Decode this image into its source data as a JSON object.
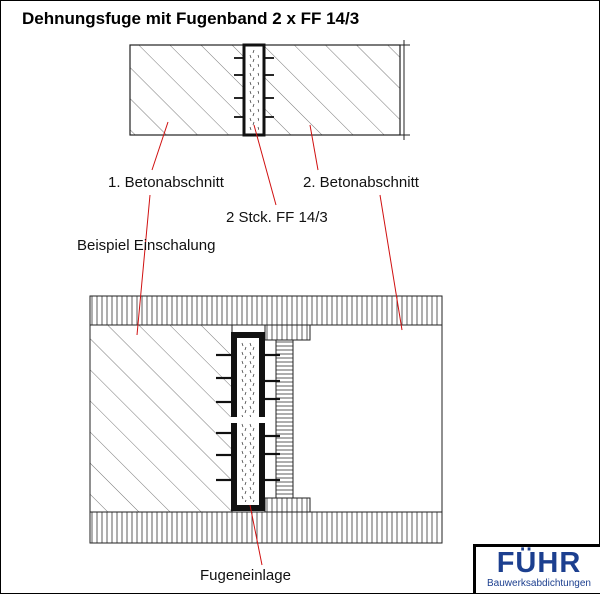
{
  "title": "Dehnungsfuge mit Fugenband 2 x FF 14/3",
  "labels": {
    "section1": "1. Betonabschnitt",
    "section2": "2. Betonabschnitt",
    "tape": "2 Stck. FF 14/3",
    "formwork": "Beispiel Einschalung",
    "filler": "Fugeneinlage"
  },
  "logo": {
    "name": "FÜHR",
    "tagline": "Bauwerksabdichtungen"
  },
  "colors": {
    "leader": "#d01010",
    "brand": "#1c3f8f"
  }
}
